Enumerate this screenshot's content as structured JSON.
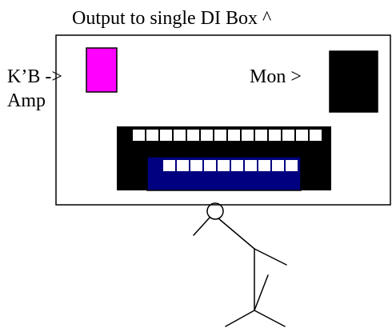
{
  "labels": {
    "title": "Output to single DI Box ^",
    "keyboard_arrow": "K’B ->",
    "amp": "Amp",
    "monitor": "Mon >"
  },
  "colors": {
    "keyboard_amp_fill": "#ff00ff",
    "monitor_fill": "#000000",
    "console_body": "#000000",
    "console_inner": "#000080",
    "keys_fill": "#ffffff"
  },
  "icons": [
    "stick-figure-person"
  ]
}
